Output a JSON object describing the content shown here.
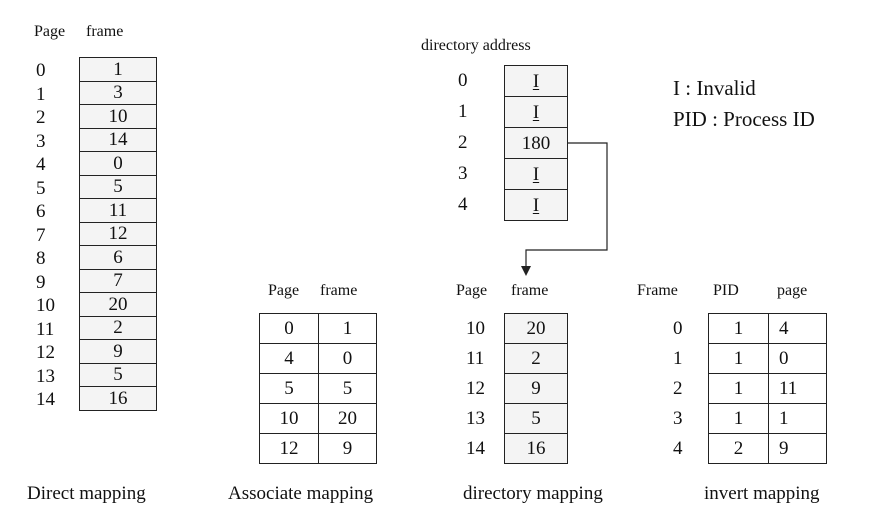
{
  "direct": {
    "header_page": "Page",
    "header_frame": "frame",
    "pages": [
      "0",
      "1",
      "2",
      "3",
      "4",
      "5",
      "6",
      "7",
      "8",
      "9",
      "10",
      "11",
      "12",
      "13",
      "14"
    ],
    "frames": [
      "1",
      "3",
      "10",
      "14",
      "0",
      "5",
      "11",
      "12",
      "6",
      "7",
      "20",
      "2",
      "9",
      "5",
      "16"
    ],
    "caption": "Direct mapping"
  },
  "associate": {
    "header_page": "Page",
    "header_frame": "frame",
    "rows": [
      [
        "0",
        "1"
      ],
      [
        "4",
        "0"
      ],
      [
        "5",
        "5"
      ],
      [
        "10",
        "20"
      ],
      [
        "12",
        "9"
      ]
    ],
    "caption": "Associate mapping"
  },
  "directory": {
    "header": "directory address",
    "indices": [
      "0",
      "1",
      "2",
      "3",
      "4"
    ],
    "entries": [
      "I",
      "I",
      "180",
      "I",
      "I"
    ],
    "legend_invalid": "I : Invalid",
    "legend_pid": "PID : Process  ID",
    "sub_header_page": "Page",
    "sub_header_frame": "frame",
    "sub_pages": [
      "10",
      "11",
      "12",
      "13",
      "14"
    ],
    "sub_frames": [
      "20",
      "2",
      "9",
      "5",
      "16"
    ],
    "caption": "directory mapping"
  },
  "invert": {
    "header_frame": "Frame",
    "header_pid": "PID",
    "header_page": "page",
    "frames": [
      "0",
      "1",
      "2",
      "3",
      "4"
    ],
    "rows": [
      [
        "1",
        "4"
      ],
      [
        "1",
        "0"
      ],
      [
        "1",
        "11"
      ],
      [
        "1",
        "1"
      ],
      [
        "2",
        "9"
      ]
    ],
    "caption": "invert mapping"
  }
}
